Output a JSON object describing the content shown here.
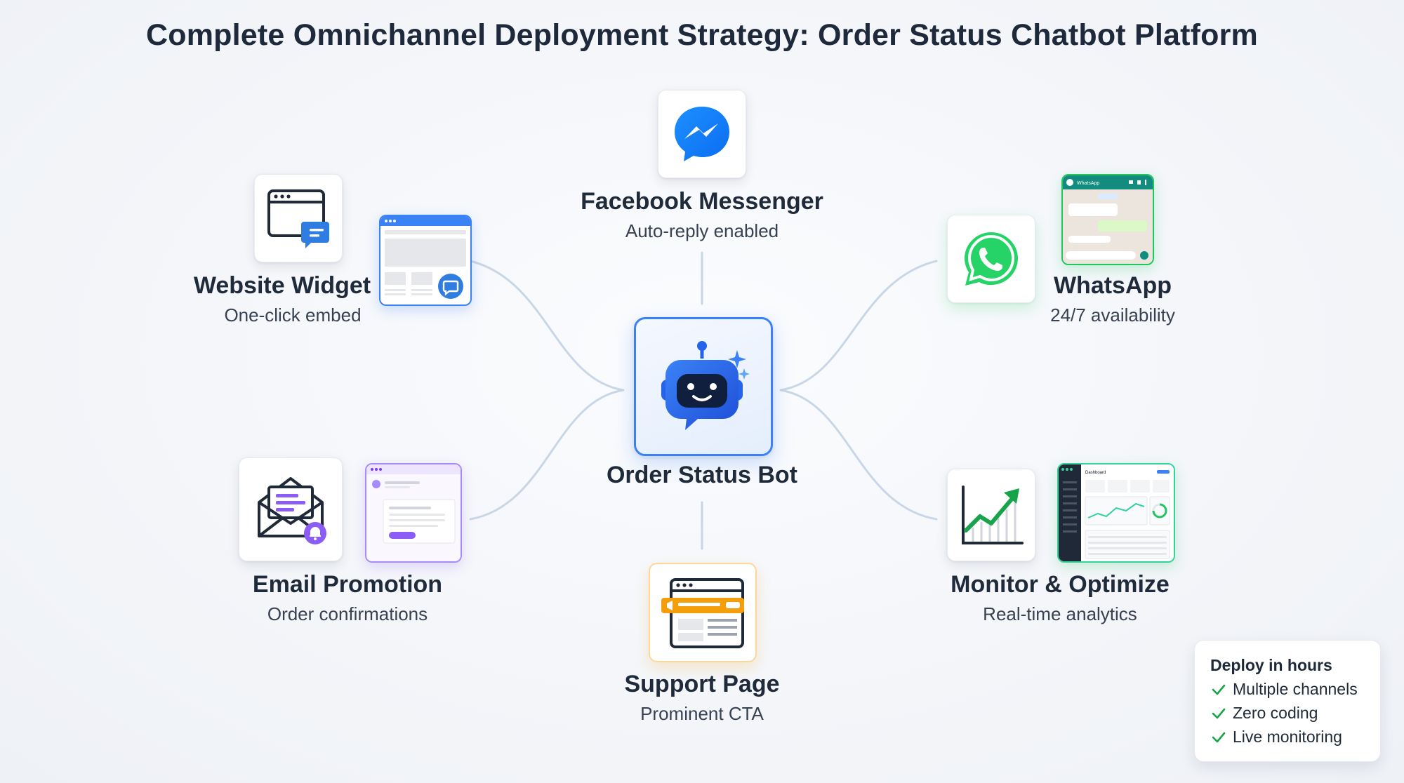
{
  "title": "Complete Omnichannel Deployment Strategy: Order Status Chatbot Platform",
  "center": {
    "label": "Order Status Bot",
    "icon": "robot-chat-icon"
  },
  "channels": {
    "messenger": {
      "label": "Facebook Messenger",
      "sub": "Auto-reply enabled",
      "icon": "messenger-icon"
    },
    "website": {
      "label": "Website Widget",
      "sub": "One-click embed",
      "icon": "browser-chat-icon"
    },
    "whatsapp": {
      "label": "WhatsApp",
      "sub": "24/7 availability",
      "icon": "whatsapp-icon",
      "preview_app": "WhatsApp"
    },
    "email": {
      "label": "Email Promotion",
      "sub": "Order confirmations",
      "icon": "envelope-bell-icon"
    },
    "monitor": {
      "label": "Monitor & Optimize",
      "sub": "Real-time analytics",
      "icon": "growth-chart-icon",
      "preview_heading": "Dashboard"
    },
    "support": {
      "label": "Support Page",
      "sub": "Prominent CTA",
      "icon": "support-page-icon"
    }
  },
  "callout": {
    "title": "Deploy in hours",
    "items": [
      "Multiple channels",
      "Zero coding",
      "Live monitoring"
    ]
  },
  "colors": {
    "accent_blue": "#3b82f6",
    "whatsapp_green": "#25d366",
    "email_purple": "#8b5cf6",
    "support_orange": "#f59e0b",
    "analytics_green": "#22c55e",
    "check_green": "#16a34a"
  }
}
